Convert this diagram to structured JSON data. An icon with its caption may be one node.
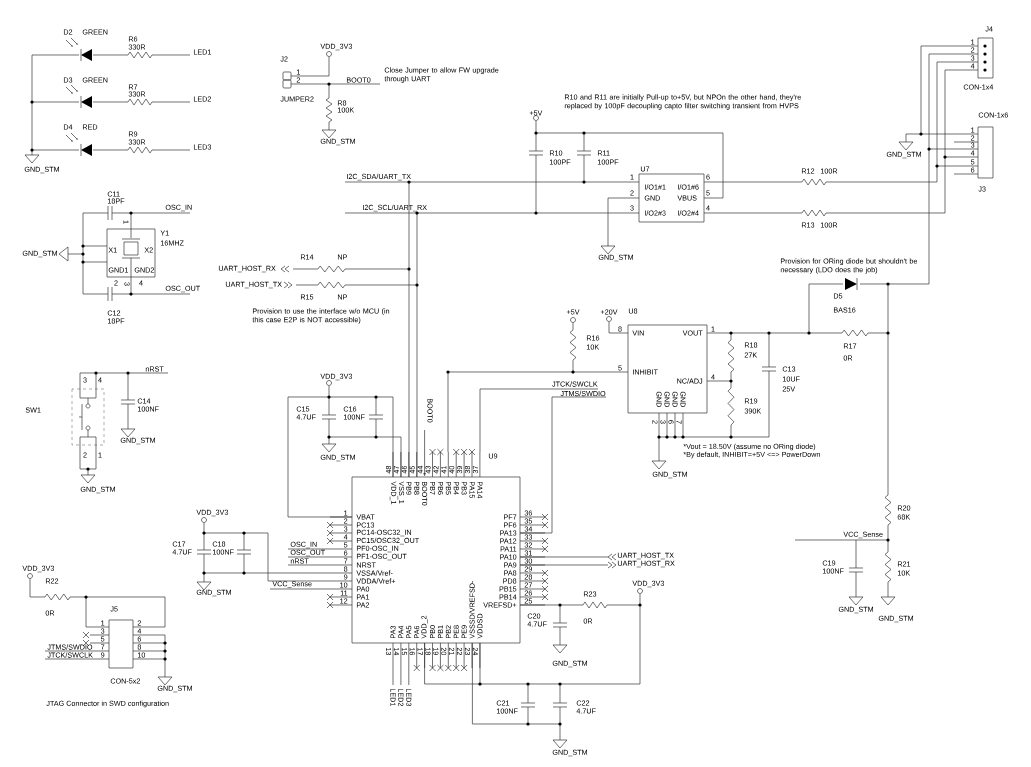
{
  "diagram": {
    "labels": [
      "D2",
      "GREEN",
      "R6",
      "330R",
      "LED1",
      "D3",
      "GREEN",
      "R7",
      "330R",
      "LED2",
      "D4",
      "RED",
      "R9",
      "330R",
      "LED3",
      "GND_STM",
      "VDD_3V3",
      "J2",
      "1",
      "2",
      "BOOT0",
      "Close Jumper to allow FW upgrade through UART",
      "JUMPER2",
      "R8",
      "100K",
      "GND_STM",
      "R10 and R11 are initially Pull-up to+5V, but NPOn the other hand, they're replaced by 100pF decoupling capto filter switching transient from HVPS",
      "+5V",
      "R10",
      "100PF",
      "R11",
      "100PF",
      "U7",
      "I2C_SDA/UART_TX",
      "1",
      "I/O1#1",
      "I/O1#6",
      "6",
      "2",
      "GND",
      "VBUS",
      "5",
      "I2C_SCL/UART_RX",
      "3",
      "I/O2#3",
      "I/O2#4",
      "4",
      "GND_STM",
      "R12",
      "100R",
      "R13",
      "100R",
      "J4",
      "1",
      "2",
      "3",
      "4",
      "CON-1x4",
      "CON-1x6",
      "1",
      "2",
      "3",
      "4",
      "5",
      "6",
      "J3",
      "GND_STM",
      "C11",
      "18PF",
      "OSC_IN",
      "1",
      "Y1",
      "16MHZ",
      "GND_STM",
      "X1",
      "X2",
      "GND1",
      "GND2",
      "2",
      "3",
      "4",
      "OSC_OUT",
      "C12",
      "18PF",
      "R14",
      "NP",
      "UART_HOST_RX",
      "UART_HOST_TX",
      "R15",
      "NP",
      "Provision to use the interface w/o MCU (in this case E2P is NOT accessible)",
      "Provision for ORing diode but shouldn't be necessary (LDO does the job)",
      "D5",
      "+5V",
      "+20V",
      "U8",
      "BAS16",
      "R16",
      "10K",
      "8",
      "VIN",
      "VOUT",
      "1",
      "R18",
      "27K",
      "R17",
      "0R",
      "5",
      "INHIBIT",
      "C13",
      "10UF",
      "25V",
      "NC/ADJ",
      "4",
      "GND",
      "GND",
      "GND",
      "GND",
      "R19",
      "390K",
      "2",
      "3",
      "6",
      "7",
      "*Vout = 18.50V (assume no ORing diode)",
      "*By default, INHIBIT=+5V <=> PowerDown",
      "GND_STM",
      "3",
      "4",
      "nRST",
      "SW1",
      "C14",
      "100NF",
      "GND_STM",
      "2",
      "1",
      "GND_STM",
      "VDD_3V3",
      "C15",
      "4.7UF",
      "C16",
      "100NF",
      "GND_STM",
      "BOOT0",
      "JTCK/SWCLK",
      "JTMS/SWDIO",
      "U9",
      "48",
      "47",
      "46",
      "45",
      "44",
      "43",
      "42",
      "41",
      "40",
      "39",
      "38",
      "37",
      "VDD_1",
      "VSS_1",
      "PB9",
      "PB8",
      "BOOT0",
      "PB7",
      "PB6",
      "PB5",
      "PB4",
      "PB3",
      "PA15",
      "PA14",
      "1",
      "2",
      "3",
      "4",
      "5",
      "6",
      "7",
      "8",
      "9",
      "10",
      "11",
      "12",
      "VBAT",
      "PC13",
      "PC14-OSC32_IN",
      "PC15/OSC32_OUT",
      "PF0-OSC_IN",
      "PF1-OSC_OUT",
      "NRST",
      "VSSA/Vref-",
      "VDDA/Vref+",
      "PA0",
      "PA1",
      "PA2",
      "OSC_IN",
      "OSC_OUT",
      "nRST",
      "VCC_Sense",
      "VDD_3V3",
      "C17",
      "4.7UF",
      "C18",
      "100NF",
      "GND_STM",
      "PF7",
      "PF6",
      "PA13",
      "PA12",
      "PA11",
      "PA10",
      "PA9",
      "PA8",
      "PD8",
      "PB15",
      "PB14",
      "VREFSD+",
      "36",
      "35",
      "34",
      "33",
      "32",
      "31",
      "30",
      "29",
      "28",
      "27",
      "26",
      "25",
      "UART_HOST_TX",
      "UART_HOST_RX",
      "R23",
      "VDD_3V3",
      "0R",
      "C20",
      "4.7UF",
      "GND_STM",
      "PA3",
      "PA4",
      "PA5",
      "PA6",
      "VDD_2",
      "PB0",
      "PB1",
      "PB2",
      "PE8",
      "PE9",
      "VSSSD/VREFSD-",
      "VDDSD",
      "13",
      "14",
      "15",
      "16",
      "17",
      "18",
      "19",
      "20",
      "21",
      "22",
      "23",
      "24",
      "LED1",
      "LED2",
      "LED3",
      "C21",
      "100NF",
      "C22",
      "4.7UF",
      "GND_STM",
      "R20",
      "68K",
      "VCC_Sense",
      "C19",
      "100NF",
      "R21",
      "10K",
      "GND_STM",
      "GND_STM",
      "VDD_3V3",
      "R22",
      "J5",
      "0R",
      "1",
      "3",
      "5",
      "7",
      "9",
      "2",
      "4",
      "6",
      "8",
      "10",
      "JTMS/SWDIO",
      "JTCK/SWCLK",
      "CON-5x2",
      "GND_STM",
      "JTAG Connector in SWD configuration"
    ]
  }
}
